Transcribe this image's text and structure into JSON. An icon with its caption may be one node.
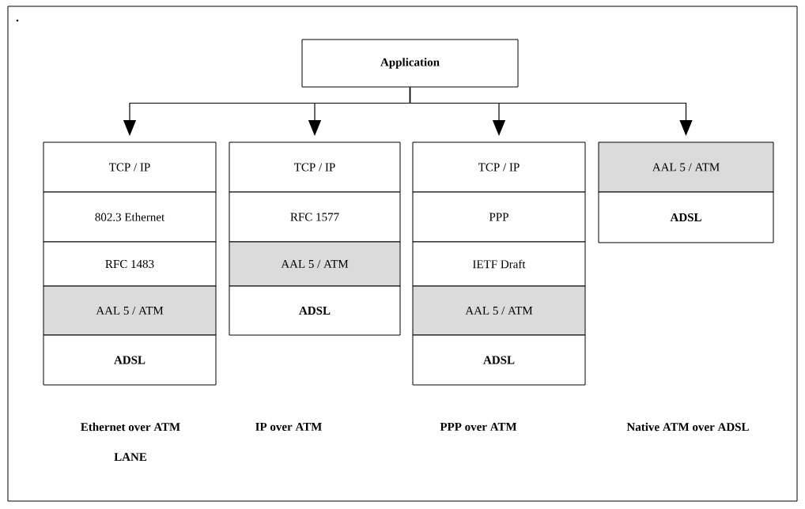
{
  "diagram": {
    "nodes": [
      {
        "text": [
          "Application"
        ]
      },
      {
        "text": [
          "TCP / IP"
        ]
      },
      {
        "text": [
          "802.3 Ethernet"
        ]
      },
      {
        "text": [
          "RFC 1483"
        ]
      },
      {
        "text": [
          "AAL 5 / ATM"
        ]
      },
      {
        "text": [
          "ADSL"
        ]
      },
      {
        "text": [
          "TCP / IP"
        ]
      },
      {
        "text": [
          "RFC 1577"
        ]
      },
      {
        "text": [
          "AAL 5 / ATM"
        ]
      },
      {
        "text": [
          "ADSL"
        ]
      },
      {
        "text": [
          "TCP / IP"
        ]
      },
      {
        "text": [
          "PPP"
        ]
      },
      {
        "text": [
          "IETF Draft"
        ]
      },
      {
        "text": [
          "AAL 5 / ATM"
        ]
      },
      {
        "text": [
          "ADSL"
        ]
      },
      {
        "text": [
          "AAL 5 / ATM"
        ]
      },
      {
        "text": [
          "ADSL"
        ]
      }
    ],
    "edges": [
      {
        "from": 0,
        "to": 1,
        "arrow": "to"
      },
      {
        "from": 0,
        "to": 6,
        "arrow": "to"
      },
      {
        "from": 0,
        "to": 10,
        "arrow": "to"
      },
      {
        "from": 0,
        "to": 15,
        "arrow": "to"
      }
    ],
    "labels": [
      "Ethernet over ATM",
      "IP over ATM",
      "PPP over ATM",
      "Native ATM over ADSL",
      "LANE"
    ]
  }
}
